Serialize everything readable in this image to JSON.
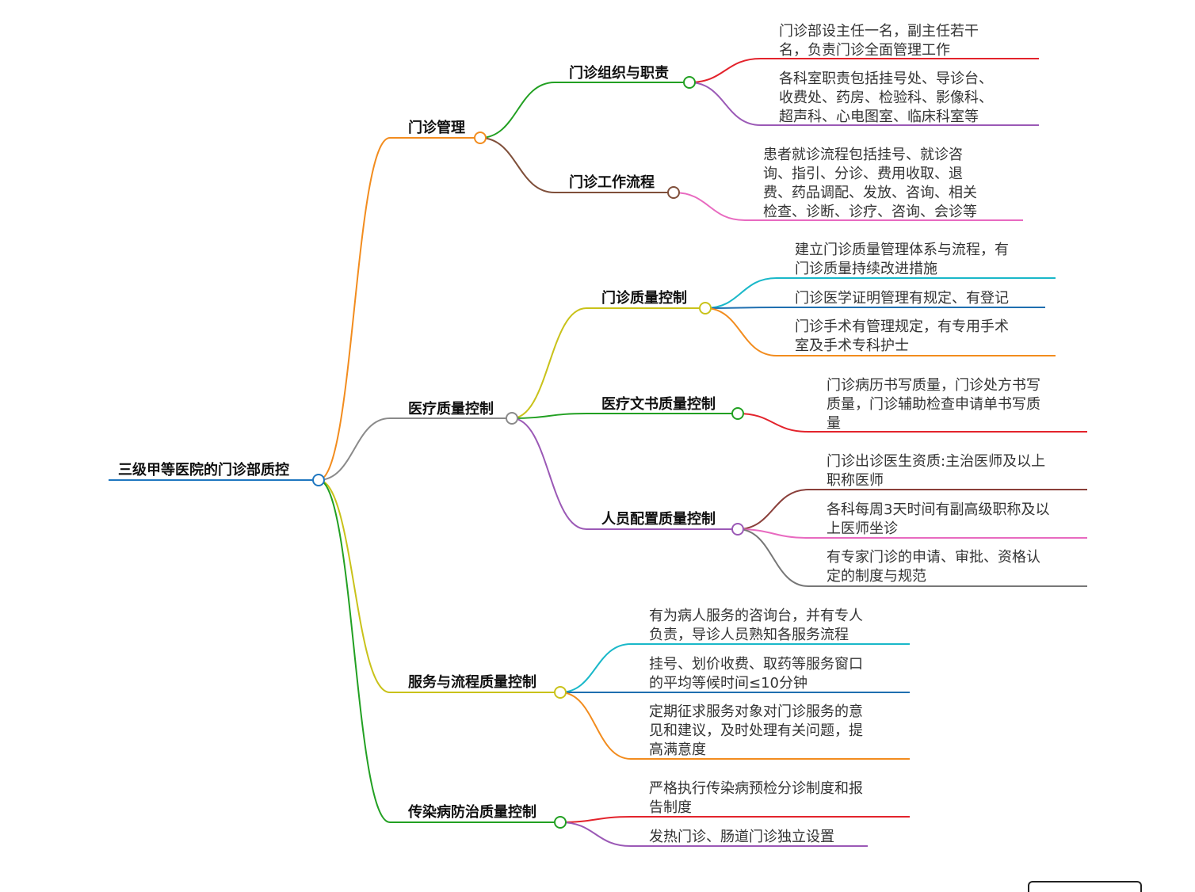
{
  "mindmap": {
    "root": {
      "label": "三级甲等医院的门诊部质控",
      "color": "#1f77c0"
    },
    "branches": [
      {
        "label": "门诊管理",
        "color": "#f28c1e",
        "children": [
          {
            "label": "门诊组织与职责",
            "color": "#22a022",
            "leaves": [
              {
                "text": "门诊部设主任一名，副主任若干\n名，负责门诊全面管理工作",
                "color": "#e3232c"
              },
              {
                "text": "各科室职责包括挂号处、导诊台、\n收费处、药房、检验科、影像科、\n超声科、心电图室、临床科室等",
                "color": "#9b59b6"
              }
            ]
          },
          {
            "label": "门诊工作流程",
            "color": "#7f4f3a",
            "leaves": [
              {
                "text": "患者就诊流程包括挂号、就诊咨\n询、指引、分诊、费用收取、退\n费、药品调配、发放、咨询、相关\n检查、诊断、诊疗、咨询、会诊等",
                "color": "#e86ac0"
              }
            ]
          }
        ]
      },
      {
        "label": "医疗质量控制",
        "color": "#8a8a8a",
        "children": [
          {
            "label": "门诊质量控制",
            "color": "#c9c21a",
            "leaves": [
              {
                "text": "建立门诊质量管理体系与流程，有\n门诊质量持续改进措施",
                "color": "#1ab8c9"
              },
              {
                "text": "门诊医学证明管理有规定、有登记",
                "color": "#1f6fb0"
              },
              {
                "text": "门诊手术有管理规定，有专用手术\n室及手术专科护士",
                "color": "#f28c1e"
              }
            ]
          },
          {
            "label": "医疗文书质量控制",
            "color": "#22a022",
            "leaves": [
              {
                "text": "门诊病历书写质量，门诊处方书写\n质量，门诊辅助检查申请单书写质\n量",
                "color": "#e3232c"
              }
            ]
          },
          {
            "label": "人员配置质量控制",
            "color": "#9b59b6",
            "leaves": [
              {
                "text": "门诊出诊医生资质:主治医师及以上\n职称医师",
                "color": "#8a3f3a"
              },
              {
                "text": "各科每周3天时间有副高级职称及以\n上医师坐诊",
                "color": "#e86ac0"
              },
              {
                "text": "有专家门诊的申请、审批、资格认\n定的制度与规范",
                "color": "#777777"
              }
            ]
          }
        ]
      },
      {
        "label": "服务与流程质量控制",
        "color": "#c9c21a",
        "leaves": [
          {
            "text": "有为病人服务的咨询台，并有专人\n负责，导诊人员熟知各服务流程",
            "color": "#1ab8c9"
          },
          {
            "text": "挂号、划价收费、取药等服务窗口\n的平均等候时间≤10分钟",
            "color": "#1f6fb0"
          },
          {
            "text": "定期征求服务对象对门诊服务的意\n见和建议，及时处理有关问题，提\n高满意度",
            "color": "#f28c1e"
          }
        ]
      },
      {
        "label": "传染病防治质量控制",
        "color": "#22a022",
        "leaves": [
          {
            "text": "严格执行传染病预检分诊制度和报\n告制度",
            "color": "#e3232c"
          },
          {
            "text": "发热门诊、肠道门诊独立设置",
            "color": "#9b59b6"
          }
        ]
      }
    ]
  }
}
